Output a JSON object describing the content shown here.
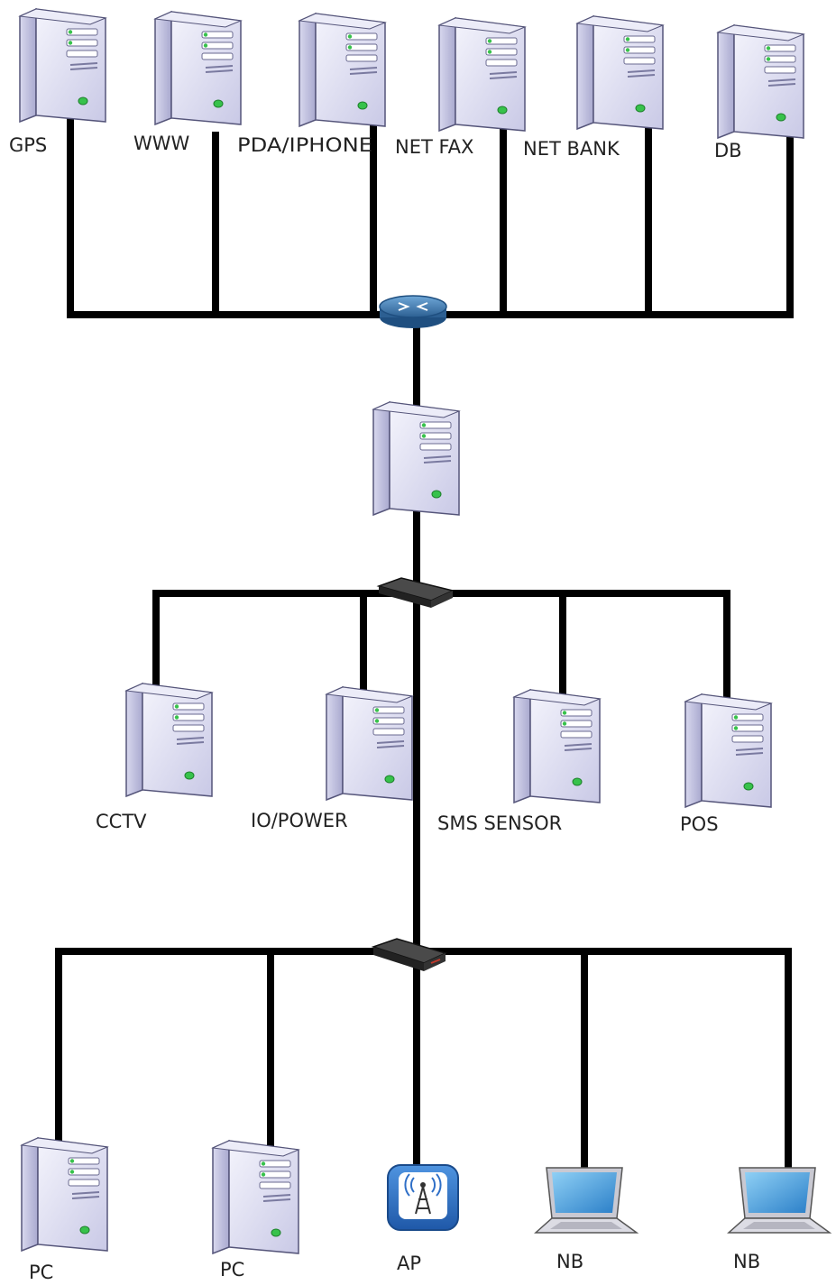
{
  "top_servers": [
    {
      "label": "GPS"
    },
    {
      "label": "WWW"
    },
    {
      "label": "PDA/IPHONE"
    },
    {
      "label": "NET FAX"
    },
    {
      "label": "NET BANK"
    },
    {
      "label": "DB"
    }
  ],
  "middle_devices": [
    {
      "label": "CCTV"
    },
    {
      "label": "IO/POWER"
    },
    {
      "label": "SMS SENSOR"
    },
    {
      "label": "POS"
    }
  ],
  "bottom_devices": [
    {
      "label": "PC",
      "kind": "server-tower"
    },
    {
      "label": "PC",
      "kind": "server-tower"
    },
    {
      "label": "AP",
      "kind": "wireless-access-point"
    },
    {
      "label": "NB",
      "kind": "laptop"
    },
    {
      "label": "NB",
      "kind": "laptop"
    }
  ],
  "colors": {
    "wire": "#000000",
    "server_body": "#d9d9ef",
    "router": "#3f7fb8",
    "switch": "#2b2b2b",
    "ap": "#2f6fc7"
  }
}
